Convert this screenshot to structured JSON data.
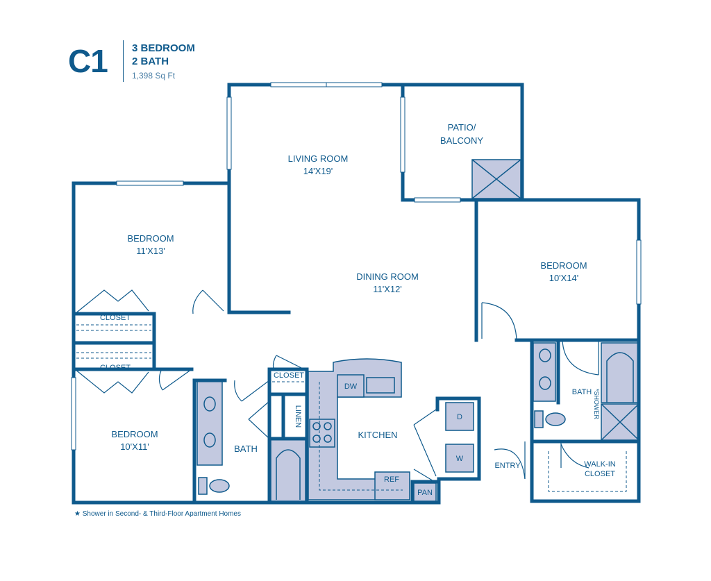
{
  "header": {
    "unit_code": "C1",
    "bedrooms": "3 BEDROOM",
    "bathrooms": "2 BATH",
    "square_feet": "1,398 Sq Ft"
  },
  "rooms": {
    "living_room": {
      "name": "LIVING ROOM",
      "size": "14'X19'"
    },
    "patio": {
      "line1": "PATIO/",
      "line2": "BALCONY"
    },
    "bedroom_a": {
      "name": "BEDROOM",
      "size": "11'X13'"
    },
    "dining_room": {
      "name": "DINING ROOM",
      "size": "11'X12'"
    },
    "bedroom_b": {
      "name": "BEDROOM",
      "size": "10'X14'"
    },
    "bedroom_c": {
      "name": "BEDROOM",
      "size": "10'X11'"
    },
    "closet_upper": "CLOSET",
    "closet_lower": "CLOSET",
    "closet_hall": "CLOSET",
    "linen": "LINEN",
    "bath_left": "BATH",
    "kitchen": "KITCHEN",
    "dishwasher": "DW",
    "refrigerator": "REF",
    "pantry": "PAN",
    "dryer": "D",
    "washer": "W",
    "entry": "ENTRY",
    "bath_right": "BATH",
    "shower_note": "*SHOWER",
    "walkin_line1": "WALK-IN",
    "walkin_line2": "CLOSET"
  },
  "footnote": "★ Shower in Second- & Third-Floor Apartment Homes",
  "colors": {
    "wall": "#0f5a8c",
    "fixture_fill": "#c3c9e0",
    "fixture_stroke": "#0f5a8c"
  }
}
